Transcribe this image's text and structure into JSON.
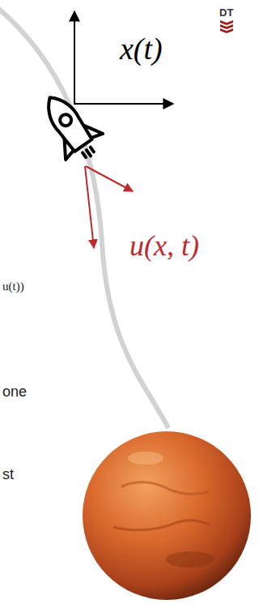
{
  "diagram": {
    "labels": [
      "x(t)",
      "u(x, t)",
      "DT",
      "u(t))",
      "one",
      "st"
    ]
  }
}
